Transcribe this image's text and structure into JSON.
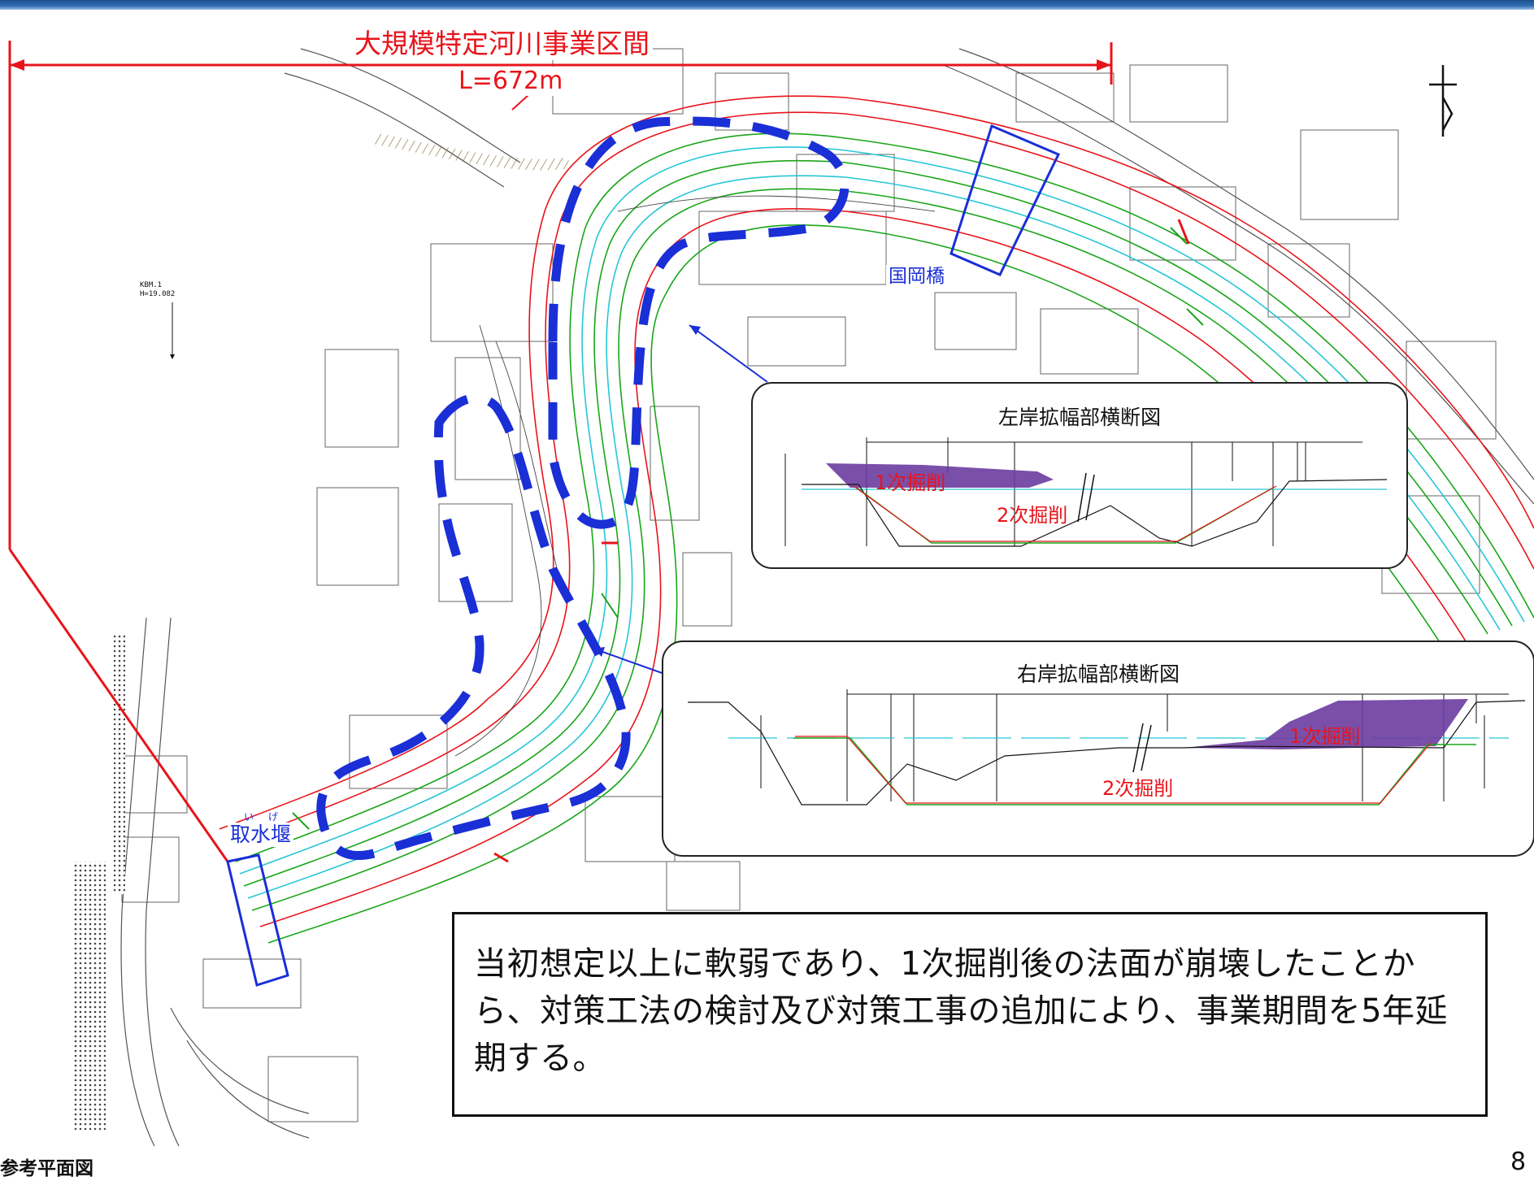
{
  "header": {
    "accent_color": "#2f6db3"
  },
  "section": {
    "title": "大規模特定河川事業区間",
    "length": "L=672m",
    "line_color": "#e8141b"
  },
  "map_labels": {
    "bridge": "国岡橋",
    "weir": "取水堰",
    "weir_ruby": "いげ",
    "benchmark_name": "KBM.1",
    "benchmark_height": "H=19.082"
  },
  "markers": {
    "north_arrow_icon": "north-arrow-icon",
    "widening_area_color": "#1a2fd6"
  },
  "sections": {
    "left": {
      "title": "左岸拡幅部横断図",
      "first_excavation": "1次掘削",
      "second_excavation": "2次掘削"
    },
    "right": {
      "title": "右岸拡幅部横断図",
      "first_excavation": "1次掘削",
      "second_excavation": "2次掘削"
    },
    "excavation_fill_color": "#6b3ca0"
  },
  "note": {
    "text": "当初想定以上に軟弱であり、1次掘削後の法面が崩壊したことから、対策工法の検討及び対策工事の追加により、事業期間を5年延期する。"
  },
  "footer": {
    "caption": "参考平面図",
    "page": "8"
  }
}
